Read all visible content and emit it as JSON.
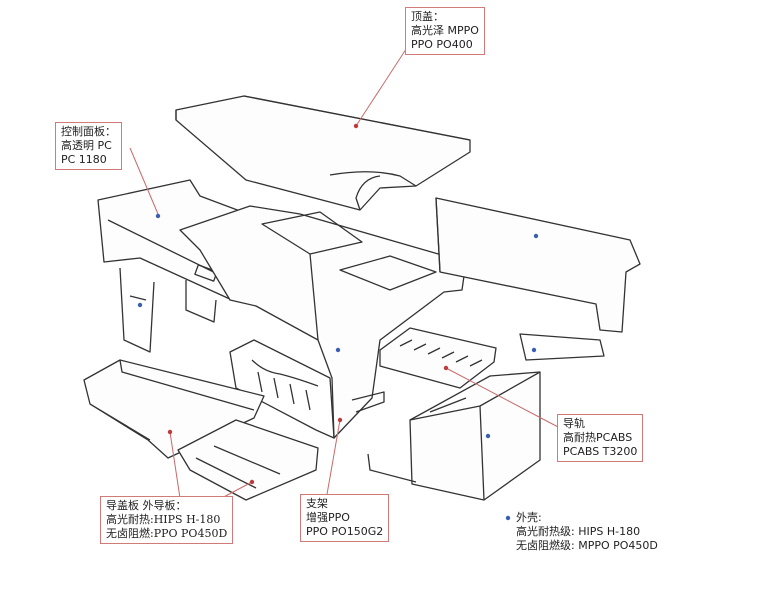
{
  "labels": {
    "top_cover": {
      "title": "顶盖：",
      "line1": "高光泽 MPPO",
      "line2": "PPO PO400"
    },
    "control_panel": {
      "title": "控制面板：",
      "line1": "高透明 PC",
      "line2": "PC 1180"
    },
    "guide_rail": {
      "title": "导轨",
      "line1": "高耐热PCABS",
      "line2": "PCABS T3200"
    },
    "bracket": {
      "title": "支架",
      "line1": "增强PPO",
      "line2": "PPO PO150G2"
    },
    "guide_cover": {
      "title": "导盖板 外导板：",
      "line1": "高光耐热:HIPS H-180",
      "line2": "无卤阻燃:PPO PO450D"
    },
    "housing": {
      "title": "外壳:",
      "line1": "高光耐热级: HIPS H-180",
      "line2": "无卤阻燃级: MPPO PO450D"
    }
  },
  "colors": {
    "callout_border": "#d27a7a",
    "leader": "#c96a6a",
    "dot_red": "#c0393b",
    "dot_blue": "#3a5fb0",
    "outline": "#333333"
  }
}
